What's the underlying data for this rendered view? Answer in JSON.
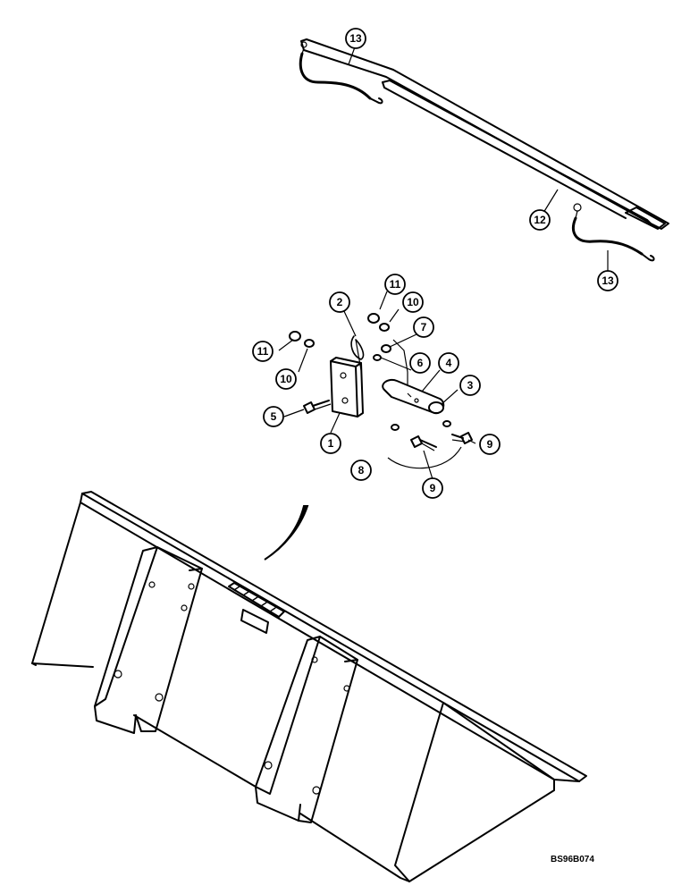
{
  "callouts": {
    "c1": "1",
    "c2": "2",
    "c3": "3",
    "c4": "4",
    "c5": "5",
    "c6": "6",
    "c7": "7",
    "c8": "8",
    "c9a": "9",
    "c9b": "9",
    "c10a": "10",
    "c10b": "10",
    "c11a": "11",
    "c11b": "11",
    "c12": "12",
    "c13a": "13",
    "c13b": "13"
  },
  "drawing_code": "BS96B074"
}
